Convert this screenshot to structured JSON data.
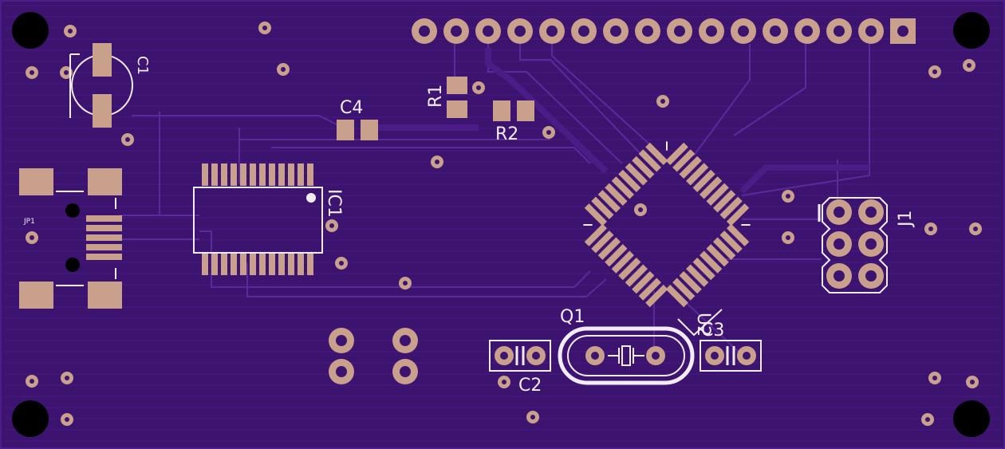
{
  "colors": {
    "board": "#3c1470",
    "copper": "#c9a08c",
    "silkscreen": "#f2ecf7",
    "hole": "#000000"
  },
  "labels": {
    "c1": "C1",
    "c2": "C2",
    "c3": "C3",
    "c4": "C4",
    "r1": "R1",
    "r2": "R2",
    "ic1": "IC1",
    "q1": "Q1",
    "j1": "J1",
    "jp1": "JP1",
    "u2": "U2"
  }
}
